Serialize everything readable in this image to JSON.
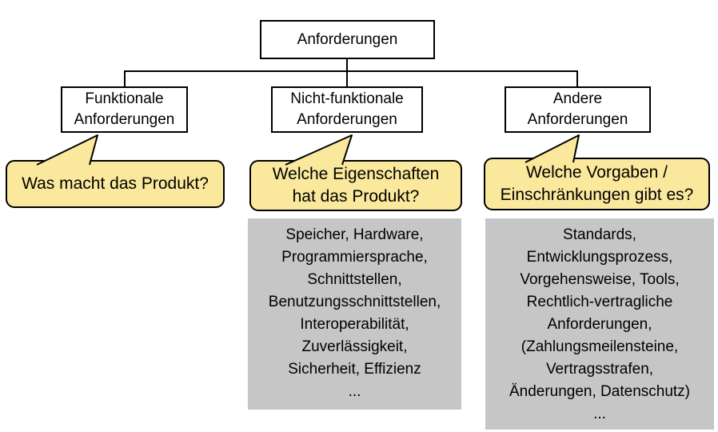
{
  "colors": {
    "callout_fill": "#FAE89C",
    "detail_fill": "#C6C6C6",
    "line": "#000000",
    "node_fill": "#FFFFFF",
    "text": "#000000"
  },
  "tree": {
    "root": {
      "label": "Anforderungen"
    },
    "children": [
      {
        "label": "Funktionale\nAnforderungen"
      },
      {
        "label": "Nicht-funktionale\nAnforderungen"
      },
      {
        "label": "Andere\nAnforderungen"
      }
    ]
  },
  "callouts": [
    {
      "question": "Was macht das Produkt?"
    },
    {
      "question": "Welche Eigenschaften\nhat das Produkt?"
    },
    {
      "question": "Welche Vorgaben /\nEinschränkungen gibt es?"
    }
  ],
  "details": [
    {
      "items": "Speicher, Hardware,\nProgrammiersprache,\nSchnittstellen,\nBenutzungsschnittstellen,\nInteroperabilität,\nZuverlässigkeit,\nSicherheit, Effizienz\n..."
    },
    {
      "items": "Standards,\nEntwicklungsprozess,\nVorgehensweise, Tools,\nRechtlich-vertragliche\nAnforderungen,\n(Zahlungsmeilensteine,\nVertragsstrafen,\nÄnderungen, Datenschutz)\n..."
    }
  ]
}
